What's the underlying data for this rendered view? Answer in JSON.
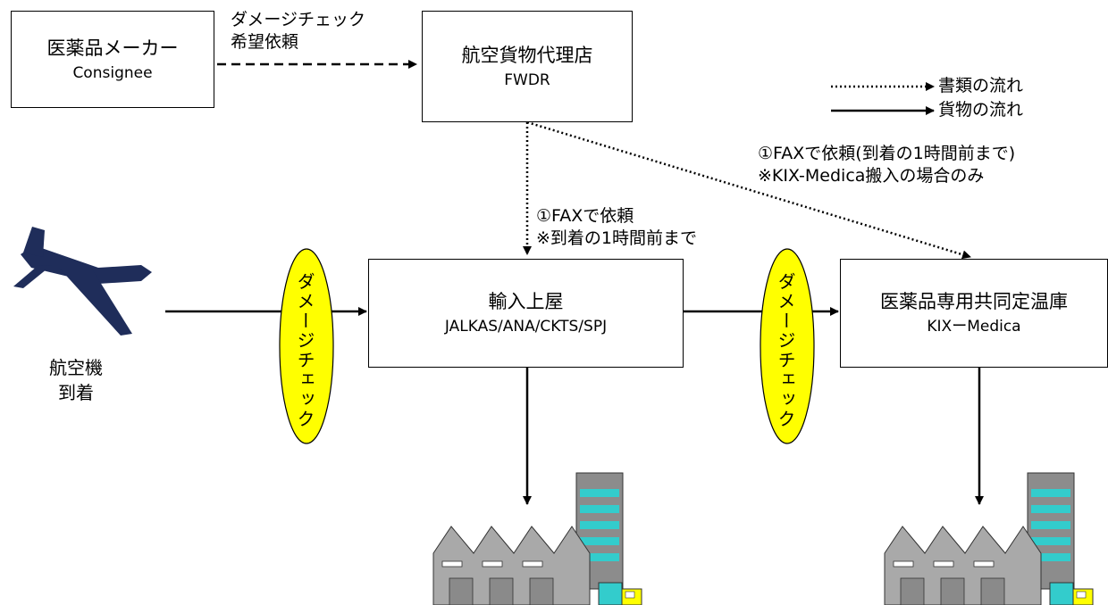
{
  "nodes": {
    "manufacturer": {
      "title": "医薬品メーカー",
      "sub": "Consignee"
    },
    "fwdr": {
      "title": "航空貨物代理店",
      "sub": "FWDR"
    },
    "terminal": {
      "title": "輸入上屋",
      "sub": "JALKAS/ANA/CKTS/SPJ"
    },
    "kix": {
      "title": "医薬品専用共同定温庫",
      "sub": "KIXーMedica"
    }
  },
  "labels": {
    "damage_request_1": "ダメージチェック",
    "damage_request_2": "希望依頼",
    "fax1_line1": "①FAXで依頼",
    "fax1_line2": "※到着の1時間前まで",
    "fax2_line1": "①FAXで依頼(到着の1時間前まで)",
    "fax2_line2": "※KIX-Medica搬入の場合のみ",
    "aircraft_line1": "航空機",
    "aircraft_line2": "到着"
  },
  "legend": {
    "documents": "書類の流れ",
    "cargo": "貨物の流れ"
  },
  "damage_check": "ダメージチェック",
  "colors": {
    "plane": "#1f2d5a",
    "ellipse": "#ffff00",
    "building": "#a9a9a9",
    "truck": "#33cccc"
  },
  "icons": [
    "airplane-icon",
    "factory-icon",
    "truck-icon"
  ]
}
